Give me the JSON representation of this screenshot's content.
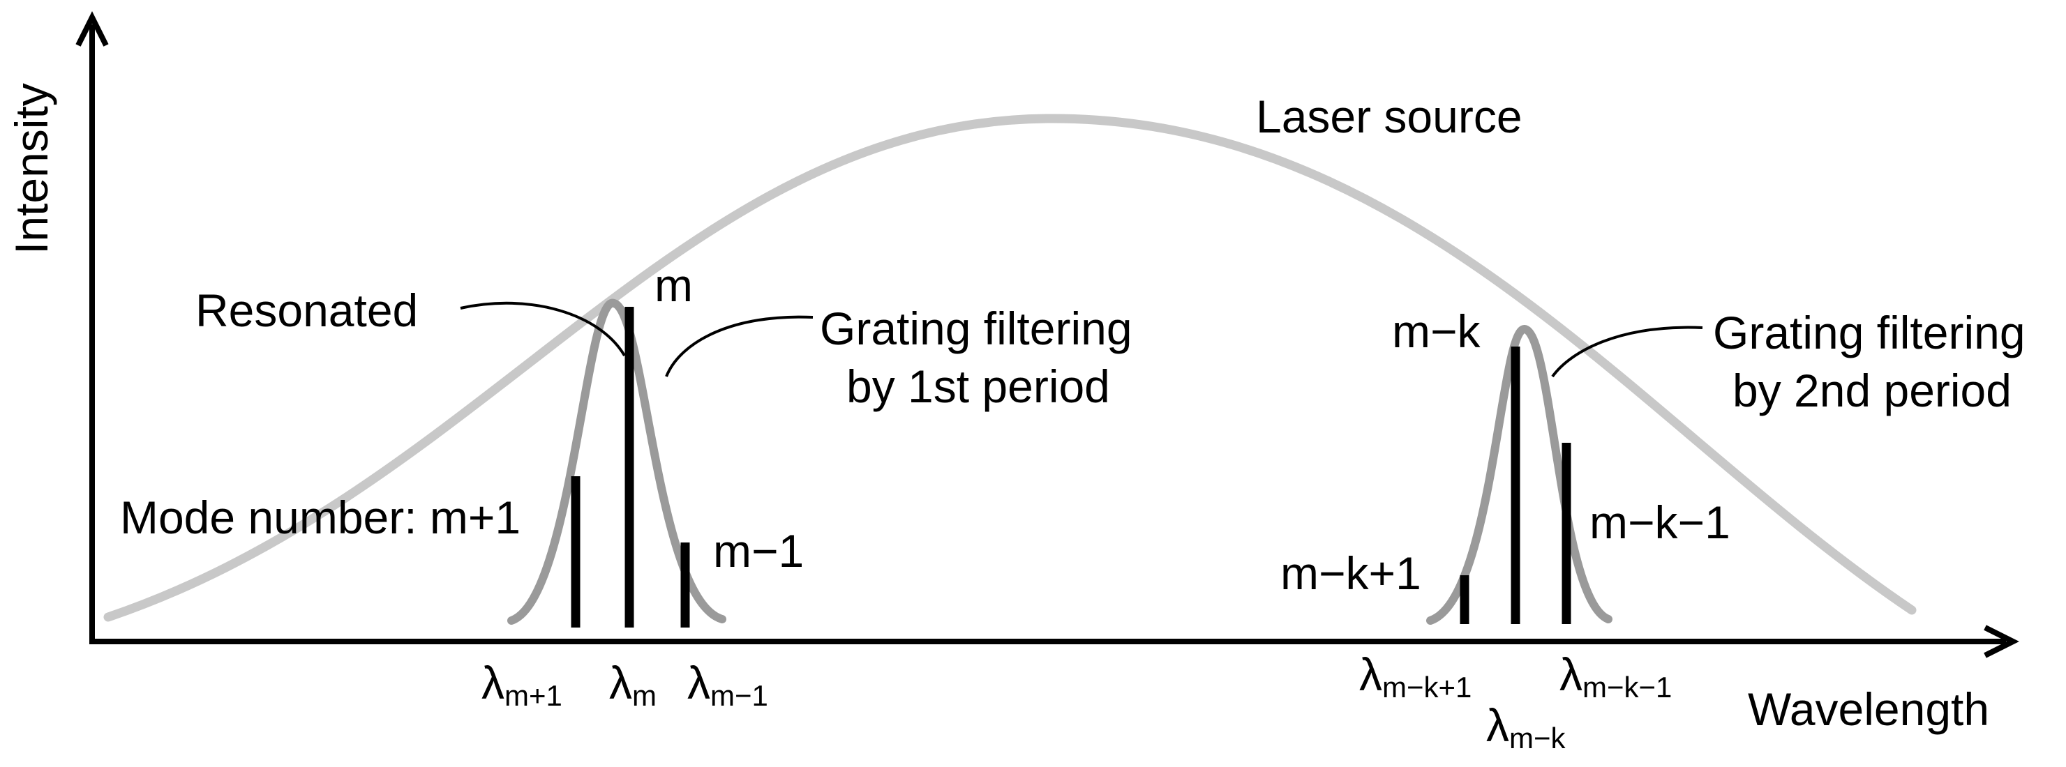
{
  "axes": {
    "y_label": "Intensity",
    "x_label": "Wavelength"
  },
  "labels": {
    "laser_source": "Laser source",
    "resonated": "Resonated",
    "mode_number": "Mode number: m+1",
    "mode_m": "m",
    "mode_m_minus_1": "m−1",
    "grating_first_line1": "Grating filtering",
    "grating_first_line2": "by 1st period",
    "mode_m_minus_k": "m−k",
    "mode_m_minus_k_plus_1": "m−k+1",
    "mode_m_minus_k_minus_1": "m−k−1",
    "grating_second_line1": "Grating filtering",
    "grating_second_line2": "by 2nd period"
  },
  "wavelength_marks": [
    {
      "symbol": "λ",
      "sub": "m+1"
    },
    {
      "symbol": "λ",
      "sub": "m"
    },
    {
      "symbol": "λ",
      "sub": "m−1"
    },
    {
      "symbol": "λ",
      "sub": "m−k+1"
    },
    {
      "symbol": "λ",
      "sub": "m−k"
    },
    {
      "symbol": "λ",
      "sub": "m−k−1"
    }
  ],
  "colors": {
    "laser_curve": "#c8c8c8",
    "filter_curve": "#9a9a9a",
    "mode_lines": "#000000",
    "axes": "#000000"
  }
}
